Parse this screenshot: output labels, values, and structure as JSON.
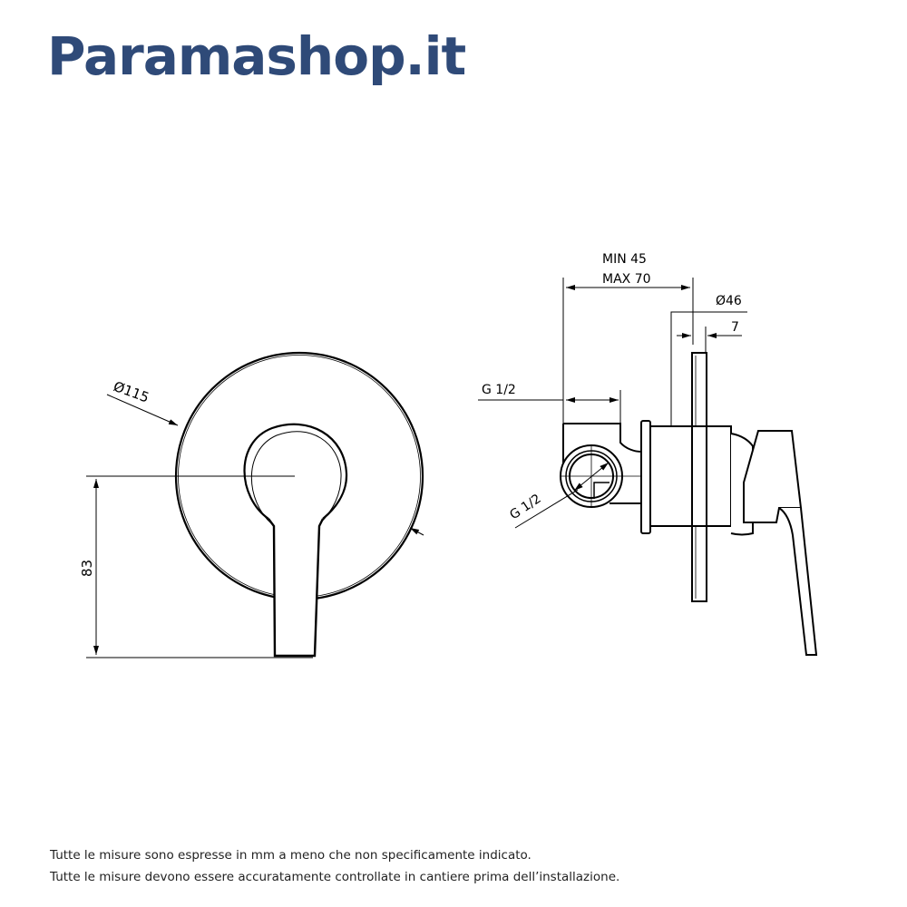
{
  "brand": {
    "name": "Paramashop.it",
    "color": "#2f4a78"
  },
  "front_view": {
    "diameter_label": "Ø115",
    "height_label": "83"
  },
  "side_view": {
    "depth_min_label": "MIN 45",
    "depth_max_label": "MAX 70",
    "body_diameter_label": "Ø46",
    "plate_thickness_label": "7",
    "connection_top_label": "G 1/2",
    "connection_side_label": "G 1/2"
  },
  "notes": [
    "Tutte le misure sono espresse in mm a meno che non specificamente indicato.",
    "Tutte le misure devono essere accuratamente controllate in cantiere prima dell’installazione."
  ]
}
